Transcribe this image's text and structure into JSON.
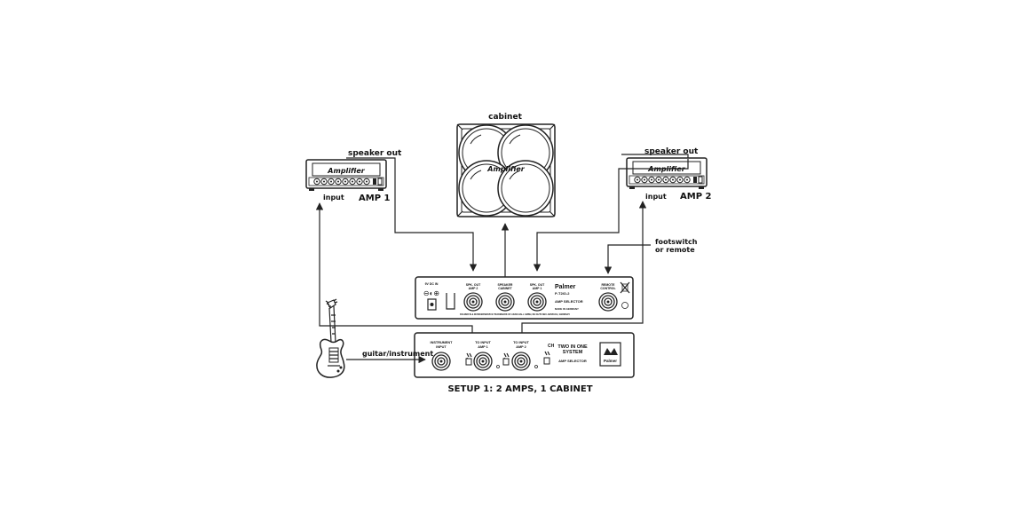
{
  "labels": {
    "cabinet": "cabinet",
    "speaker_out_1": "speaker out",
    "speaker_out_2": "speaker out",
    "input_1": "input",
    "input_2": "input",
    "amp1": "AMP 1",
    "amp2": "AMP 2",
    "footswitch": "footswitch",
    "or_remote": "or remote",
    "guitar": "guitar/instrument",
    "caption": "SETUP 1: 2 AMPS, 1 CABINET"
  },
  "amp_head": {
    "brand": "Amplifier"
  },
  "cabinet": {
    "brand": "Amplifier"
  },
  "selector_back": {
    "dc_in": "9V DC IN",
    "spk_out_amp2_l1": "SPK. OUT",
    "spk_out_amp2_l2": "AMP 2",
    "speaker_cab_l1": "SPEAKER",
    "speaker_cab_l2": "CABINET",
    "spk_out_amp1_l1": "SPK. OUT",
    "spk_out_amp1_l2": "AMP 1",
    "brand": "Palmer",
    "model": "P-T2IO-2",
    "name": "AMP SELECTOR",
    "made_in": "MADE IN GERMANY",
    "remote_l1": "REMOTE",
    "remote_l2": "CONTROL",
    "fine_print": "PALMER IN & MUSIKERSERVICE TRADEMARK OF ADAM HALL GMBH, DE 61276 NEU-ANSPACH, GERMANY"
  },
  "selector_front": {
    "instrument_l1": "INSTRUMENT",
    "instrument_l2": "INPUT",
    "to_input_amp1_l1": "TO INPUT",
    "to_input_amp1_l2": "AMP 1",
    "to_input_amp2_l1": "TO INPUT",
    "to_input_amp2_l2": "AMP 2",
    "ch": "CH",
    "title_l1": "TWO IN ONE",
    "title_l2": "SYSTEM",
    "subtitle": "AMP SELECTOR",
    "brand": "Palmer"
  }
}
